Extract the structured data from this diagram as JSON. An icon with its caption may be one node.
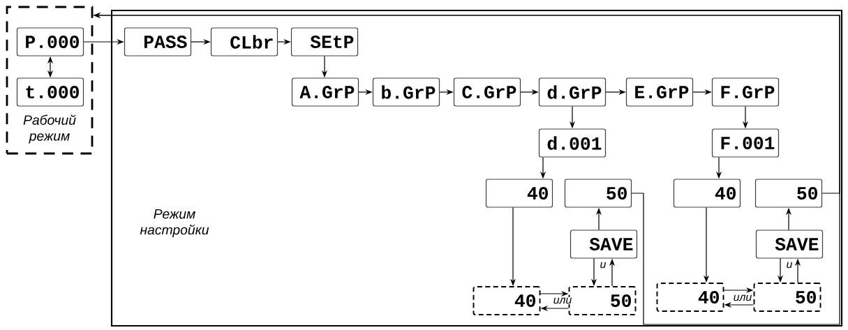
{
  "diagram": {
    "nodes": [
      {
        "text": [
          "Рабочий режим"
        ]
      },
      {
        "text": [
          "P.000"
        ],
        "in": 0
      },
      {
        "text": [
          "t.000"
        ],
        "in": 0
      },
      {
        "text": [
          "Режим настройки"
        ]
      },
      {
        "text": [
          "PASS"
        ],
        "in": 3
      },
      {
        "text": [
          "CLbr"
        ],
        "in": 3
      },
      {
        "text": [
          "SEtP"
        ],
        "in": 3
      },
      {
        "text": [
          "A.GrP"
        ],
        "in": 3
      },
      {
        "text": [
          "b.GrP"
        ],
        "in": 3
      },
      {
        "text": [
          "C.GrP"
        ],
        "in": 3
      },
      {
        "text": [
          "d.GrP"
        ],
        "in": 3
      },
      {
        "text": [
          "E.GrP"
        ],
        "in": 3
      },
      {
        "text": [
          "F.GrP"
        ],
        "in": 3
      },
      {
        "text": [
          "d.001"
        ],
        "in": 3
      },
      {
        "text": [
          "F.001"
        ],
        "in": 3
      },
      {
        "text": [
          "40"
        ],
        "in": 3
      },
      {
        "text": [
          "50"
        ],
        "in": 3
      },
      {
        "text": [
          "SAVE"
        ],
        "in": 3
      },
      {
        "text": [
          "40"
        ],
        "in": 3
      },
      {
        "text": [
          "50"
        ],
        "in": 3
      },
      {
        "text": [
          "40"
        ],
        "in": 3
      },
      {
        "text": [
          "50"
        ],
        "in": 3
      },
      {
        "text": [
          "SAVE"
        ],
        "in": 3
      },
      {
        "text": [
          "40"
        ],
        "in": 3
      },
      {
        "text": [
          "50"
        ],
        "in": 3
      }
    ],
    "edges": [
      {
        "from": 1,
        "to": 4,
        "arrow": "to"
      },
      {
        "from": 1,
        "to": 2,
        "arrow": "both"
      },
      {
        "from": 4,
        "to": 5,
        "arrow": "to"
      },
      {
        "from": 5,
        "to": 6,
        "arrow": "to"
      },
      {
        "from": 6,
        "to": 7,
        "arrow": "to"
      },
      {
        "from": 7,
        "to": 8,
        "arrow": "to"
      },
      {
        "from": 8,
        "to": 9,
        "arrow": "to"
      },
      {
        "from": 9,
        "to": 10,
        "arrow": "to"
      },
      {
        "from": 10,
        "to": 11,
        "arrow": "to"
      },
      {
        "from": 11,
        "to": 12,
        "arrow": "to"
      },
      {
        "from": 10,
        "to": 13,
        "arrow": "to"
      },
      {
        "from": 12,
        "to": 14,
        "arrow": "to"
      },
      {
        "from": 13,
        "to": 15,
        "arrow": "to"
      },
      {
        "from": 15,
        "to": 18,
        "arrow": "to"
      },
      {
        "from": 18,
        "to": 19,
        "arrow": "to",
        "label": "или"
      },
      {
        "from": 19,
        "to": 18,
        "arrow": "to"
      },
      {
        "from": 17,
        "to": 19,
        "arrow": "to",
        "label": "и"
      },
      {
        "from": 19,
        "to": 17,
        "arrow": "to"
      },
      {
        "from": 17,
        "to": 16,
        "arrow": "to"
      },
      {
        "from": 16,
        "to": 0,
        "arrow": "to"
      },
      {
        "from": 14,
        "to": 20,
        "arrow": "to"
      },
      {
        "from": 20,
        "to": 23,
        "arrow": "to"
      },
      {
        "from": 23,
        "to": 24,
        "arrow": "to",
        "label": "или"
      },
      {
        "from": 24,
        "to": 23,
        "arrow": "to"
      },
      {
        "from": 22,
        "to": 24,
        "arrow": "to",
        "label": "и"
      },
      {
        "from": 24,
        "to": 22,
        "arrow": "to"
      },
      {
        "from": 22,
        "to": 21,
        "arrow": "to"
      },
      {
        "from": 21,
        "to": 0,
        "arrow": "to"
      }
    ]
  }
}
